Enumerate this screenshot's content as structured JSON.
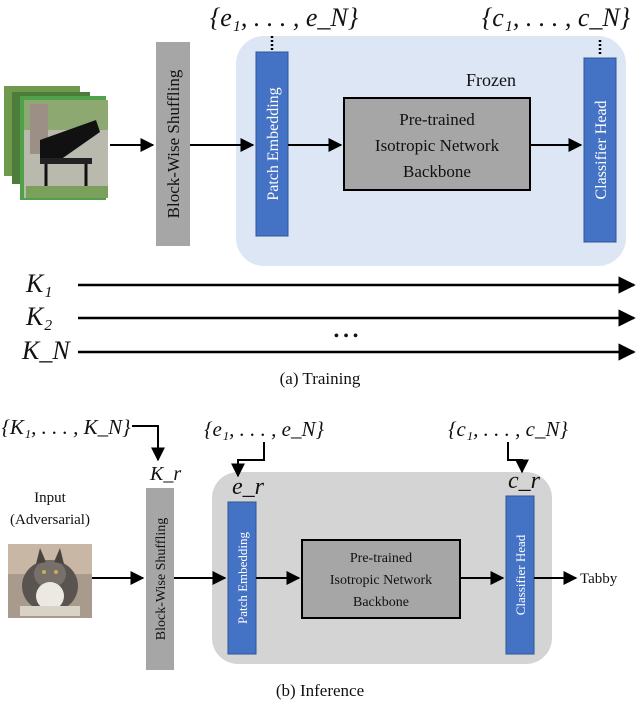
{
  "training": {
    "embeddings_set": "{e₁, . . . , e_N}",
    "classifiers_set": "{c₁, . . . , c_N}",
    "frozen_label": "Frozen",
    "shuffle_label": "Block-Wise Shuffling",
    "patch_label": "Patch Embedding",
    "backbone_lines": [
      "Pre-trained",
      "Isotropic Network",
      "Backbone"
    ],
    "head_label": "Classifier Head",
    "keys": [
      "K₁",
      "K₂",
      "K_N"
    ],
    "ellipsis": "• • •",
    "caption": "(a) Training"
  },
  "inference": {
    "keys_set": "{K₁, . . . , K_N}",
    "embeddings_set": "{e₁, . . . , e_N}",
    "classifiers_set": "{c₁, . . . , c_N}",
    "selected_key": "K_r",
    "selected_embedding": "e_r",
    "selected_classifier": "c_r",
    "input_lines": [
      "Input",
      "(Adversarial)"
    ],
    "shuffle_label": "Block-Wise Shuffling",
    "patch_label": "Patch Embedding",
    "backbone_lines": [
      "Pre-trained",
      "Isotropic Network",
      "Backbone"
    ],
    "head_label": "Classifier Head",
    "output_label": "Tabby",
    "caption": "(b) Inference"
  },
  "colors": {
    "frozen_panel": "#dce6f5",
    "inference_panel": "#d4d4d4",
    "blue_block": "#4472c4",
    "gray_block": "#a6a6a6",
    "backbone_fill": "#a6a6a6"
  }
}
